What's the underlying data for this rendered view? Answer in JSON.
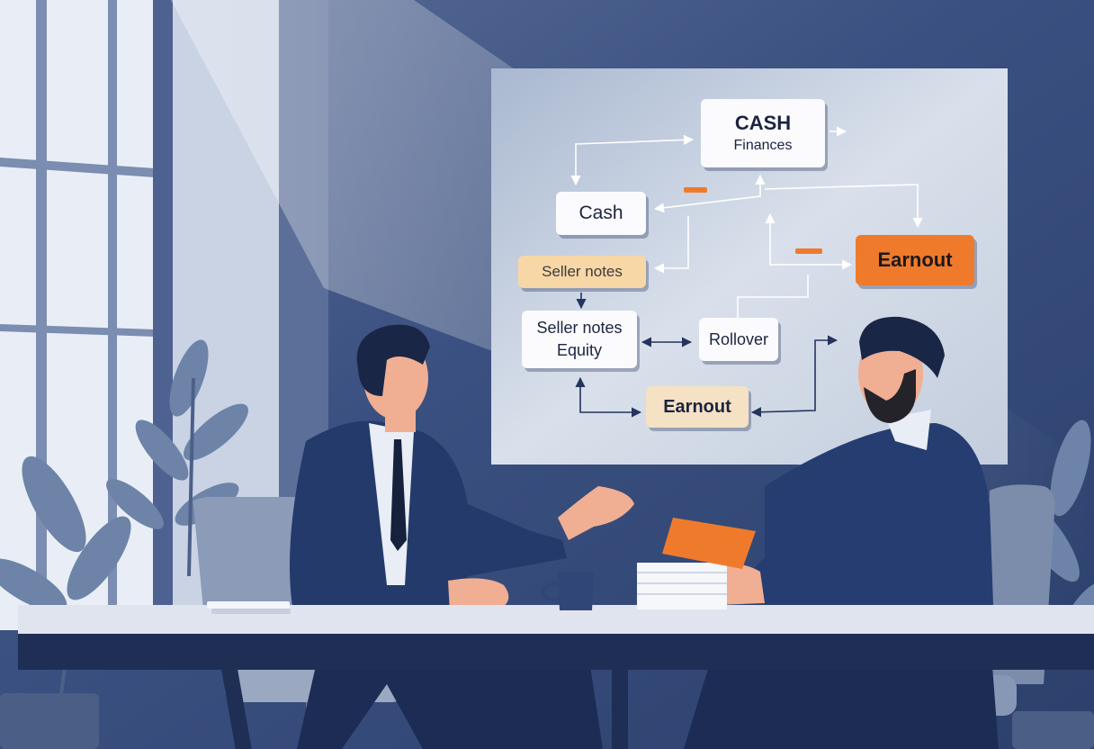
{
  "diagram": {
    "nodes": [
      {
        "id": "cash_finances",
        "lines": [
          "CASH",
          "Finances"
        ],
        "style": "white"
      },
      {
        "id": "cash",
        "lines": [
          "Cash"
        ],
        "style": "white"
      },
      {
        "id": "seller_notes",
        "lines": [
          "Seller notes"
        ],
        "style": "peach"
      },
      {
        "id": "earnout_top",
        "lines": [
          "Earnout"
        ],
        "style": "orange"
      },
      {
        "id": "seller_notes_equity",
        "lines": [
          "Seller notes",
          "Equity"
        ],
        "style": "white"
      },
      {
        "id": "rollover",
        "lines": [
          "Rollover"
        ],
        "style": "white"
      },
      {
        "id": "earnout_bottom",
        "lines": [
          "Earnout"
        ],
        "style": "beige"
      }
    ]
  },
  "colors": {
    "wall": "#34497a",
    "board": "#d2d9e6",
    "suit": "#233a6b",
    "accent": "#f07a2c",
    "table": "#dfe4ee",
    "plant": "#6d84a8"
  }
}
